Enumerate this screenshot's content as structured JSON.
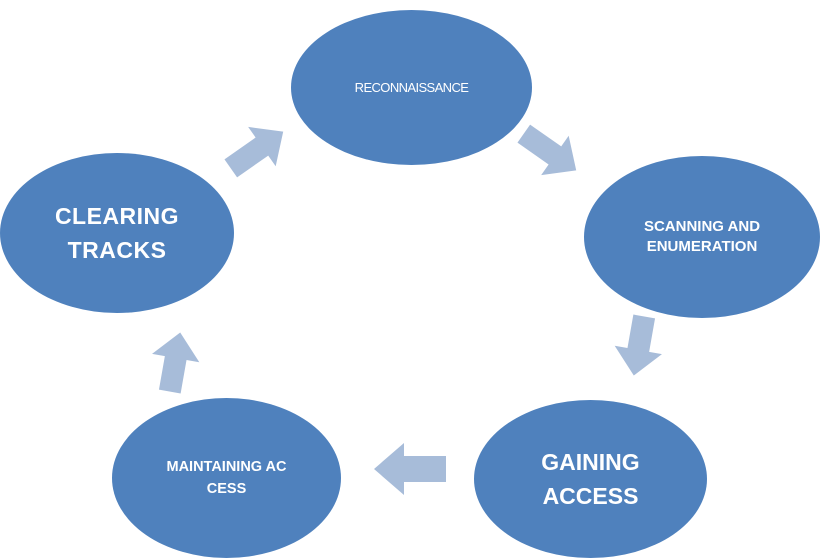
{
  "diagram": {
    "nodes": [
      {
        "id": "reconnaissance",
        "label": "RECONNAISSANCE"
      },
      {
        "id": "scanning",
        "label": "SCANNING AND ENUMERATION"
      },
      {
        "id": "gaining",
        "label": "GAINING ACCESS"
      },
      {
        "id": "maintaining",
        "label": "MAINTAINING ACCESS"
      },
      {
        "id": "clearing",
        "label": "CLEARING TRACKS"
      }
    ],
    "edges": [
      {
        "from": "reconnaissance",
        "to": "scanning"
      },
      {
        "from": "scanning",
        "to": "gaining"
      },
      {
        "from": "gaining",
        "to": "maintaining"
      },
      {
        "from": "maintaining",
        "to": "clearing"
      },
      {
        "from": "clearing",
        "to": "reconnaissance"
      }
    ],
    "colors": {
      "node_fill": "#4f81bd",
      "node_text": "#ffffff",
      "arrow_fill": "#a7bcd9"
    }
  }
}
